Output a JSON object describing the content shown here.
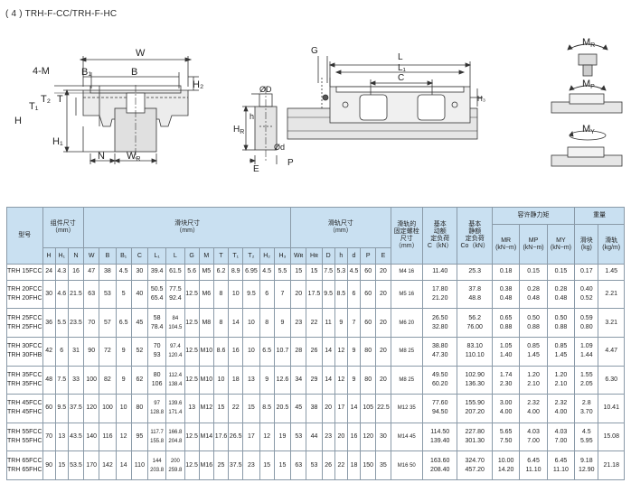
{
  "caption": "( 4 ) TRH-F-CC/TRH-F-HC",
  "drawing": {
    "front": {
      "W": "W",
      "B": "B",
      "B1": "B₁",
      "M": "4-M",
      "T": "T",
      "T1": "T₁",
      "T2": "T₂",
      "H": "H",
      "H1": "H₁",
      "H2": "H₂",
      "N": "N",
      "WR": "W",
      "WRsub": "R"
    },
    "rail": {
      "D": "ØD",
      "h": "h",
      "d": "Ød",
      "HR": "H",
      "HRsub": "R",
      "E": "E",
      "P": "P"
    },
    "side": {
      "G": "G",
      "L": "L",
      "L1": "L₁",
      "C": "C",
      "H3": "H₃"
    },
    "moments": {
      "MR": "M",
      "MRsub": "R",
      "MP": "M",
      "MPsub": "P",
      "MY": "M",
      "MYsub": "Y"
    }
  },
  "table": {
    "h_model": "型号",
    "h_assembly": "组件尺寸",
    "h_assembly_unit": "（mm）",
    "h_block": "滑块尺寸",
    "h_block_unit": "（mm）",
    "h_rail": "滑轨尺寸",
    "h_rail_unit": "（mm）",
    "h_bolt_l1": "滑轨的",
    "h_bolt_l2": "固定螺栓",
    "h_bolt_l3": "尺寸",
    "h_bolt_l4": "（mm）",
    "h_dyn_l1": "基本",
    "h_dyn_l2": "动额",
    "h_dyn_l3": "定负荷",
    "h_dyn_l4": "C（kN）",
    "h_sta_l1": "基本",
    "h_sta_l2": "静额",
    "h_sta_l3": "定负荷",
    "h_sta_l4": "Co（kN）",
    "h_moment": "容许静力矩",
    "h_weight": "重量",
    "sub_H": "H",
    "sub_H1": "H₁",
    "sub_N": "N",
    "sub_W": "W",
    "sub_B": "B",
    "sub_B1": "B₁",
    "sub_C": "C",
    "sub_L1": "L₁",
    "sub_L": "L",
    "sub_G": "G",
    "sub_M": "M",
    "sub_T": "T",
    "sub_T1": "T₁",
    "sub_T2": "T₂",
    "sub_H2": "H₂",
    "sub_H3": "H₃",
    "sub_WR": "Wʀ",
    "sub_HR": "Hʀ",
    "sub_D": "D",
    "sub_h": "h",
    "sub_d": "d",
    "sub_P": "P",
    "sub_E": "E",
    "sub_MR_l1": "MR",
    "sub_MR_l2": "(kN−m)",
    "sub_MP_l1": "MP",
    "sub_MP_l2": "(kN−m)",
    "sub_MY_l1": "MY",
    "sub_MY_l2": "(kN−m)",
    "sub_wblock_l1": "滑块",
    "sub_wblock_l2": "(kg)",
    "sub_wrail_l1": "滑轨",
    "sub_wrail_l2": "(kg/m)",
    "groups": [
      {
        "models": [
          "TRH 15FCC"
        ],
        "H": "24",
        "H1": "4.3",
        "N": "16",
        "W": "47",
        "B": "38",
        "B1": "4.5",
        "C": "30",
        "L1": [
          "39.4"
        ],
        "L": [
          "61.5"
        ],
        "G": "5.6",
        "M": "M5",
        "T": "6.2",
        "T1": "8.9",
        "T2": "6.95",
        "H2": "4.5",
        "H3": "5.5",
        "WR": "15",
        "HR": "15",
        "D": "7.5",
        "h": "5.3",
        "d": "4.5",
        "P": "60",
        "E": "20",
        "bolt": "M4 16",
        "C_dyn": [
          "11.40"
        ],
        "C_sta": [
          "25.3"
        ],
        "MR": [
          "0.18"
        ],
        "MP": [
          "0.15"
        ],
        "MY": [
          "0.15"
        ],
        "wb": [
          "0.17"
        ],
        "wr": "1.45"
      },
      {
        "models": [
          "TRH 20FCC",
          "TRH 20FHC"
        ],
        "H": "30",
        "H1": "4.6",
        "N": "21.5",
        "W": "63",
        "B": "53",
        "B1": "5",
        "C": "40",
        "L1": [
          "50.5",
          "65.4"
        ],
        "L": [
          "77.5",
          "92.4"
        ],
        "G": "12.5",
        "M": "M6",
        "T": "8",
        "T1": "10",
        "T2": "9.5",
        "H2": "6",
        "H3": "7",
        "WR": "20",
        "HR": "17.5",
        "D": "9.5",
        "h": "8.5",
        "d": "6",
        "P": "60",
        "E": "20",
        "bolt": "M5 16",
        "C_dyn": [
          "17.80",
          "21.20"
        ],
        "C_sta": [
          "37.8",
          "48.8"
        ],
        "MR": [
          "0.38",
          "0.48"
        ],
        "MP": [
          "0.28",
          "0.48"
        ],
        "MY": [
          "0.28",
          "0.48"
        ],
        "wb": [
          "0.40",
          "0.52"
        ],
        "wr": "2.21"
      },
      {
        "models": [
          "TRH 25FCC",
          "TRH 25FHC"
        ],
        "H": "36",
        "H1": "5.5",
        "N": "23.5",
        "W": "70",
        "B": "57",
        "B1": "6.5",
        "C": "45",
        "L1": [
          "58",
          "78.4"
        ],
        "L": [
          "84",
          "104.5"
        ],
        "G": "12.5",
        "M": "M8",
        "T": "8",
        "T1": "14",
        "T2": "10",
        "H2": "8",
        "H3": "9",
        "WR": "23",
        "HR": "22",
        "D": "11",
        "h": "9",
        "d": "7",
        "P": "60",
        "E": "20",
        "bolt": "M6 20",
        "C_dyn": [
          "26.50",
          "32.80"
        ],
        "C_sta": [
          "56.2",
          "76.00"
        ],
        "MR": [
          "0.65",
          "0.88"
        ],
        "MP": [
          "0.50",
          "0.88"
        ],
        "MY": [
          "0.50",
          "0.88"
        ],
        "wb": [
          "0.59",
          "0.80"
        ],
        "wr": "3.21"
      },
      {
        "models": [
          "TRH 30FCC",
          "TRH 30FHB"
        ],
        "H": "42",
        "H1": "6",
        "N": "31",
        "W": "90",
        "B": "72",
        "B1": "9",
        "C": "52",
        "L1": [
          "70",
          "93"
        ],
        "L": [
          "97.4",
          "120.4"
        ],
        "G": "12.5",
        "M": "M10",
        "T": "8.6",
        "T1": "16",
        "T2": "10",
        "H2": "6.5",
        "H3": "10.7",
        "WR": "28",
        "HR": "26",
        "D": "14",
        "h": "12",
        "d": "9",
        "P": "80",
        "E": "20",
        "bolt": "M8 25",
        "C_dyn": [
          "38.80",
          "47.30"
        ],
        "C_sta": [
          "83.10",
          "110.10"
        ],
        "MR": [
          "1.05",
          "1.40"
        ],
        "MP": [
          "0.85",
          "1.45"
        ],
        "MY": [
          "0.85",
          "1.45"
        ],
        "wb": [
          "1.09",
          "1.44"
        ],
        "wr": "4.47"
      },
      {
        "models": [
          "TRH 35FCC",
          "TRH 35FHC"
        ],
        "H": "48",
        "H1": "7.5",
        "N": "33",
        "W": "100",
        "B": "82",
        "B1": "9",
        "C": "62",
        "L1": [
          "80",
          "106"
        ],
        "L": [
          "112.4",
          "138.4"
        ],
        "G": "12.5",
        "M": "M10",
        "T": "10",
        "T1": "18",
        "T2": "13",
        "H2": "9",
        "H3": "12.6",
        "WR": "34",
        "HR": "29",
        "D": "14",
        "h": "12",
        "d": "9",
        "P": "80",
        "E": "20",
        "bolt": "M8 25",
        "C_dyn": [
          "49.50",
          "60.20"
        ],
        "C_sta": [
          "102.90",
          "136.30"
        ],
        "MR": [
          "1.74",
          "2.30"
        ],
        "MP": [
          "1.20",
          "2.10"
        ],
        "MY": [
          "1.20",
          "2.10"
        ],
        "wb": [
          "1.55",
          "2.05"
        ],
        "wr": "6.30"
      },
      {
        "models": [
          "TRH 45FCC",
          "TRH 45FHC"
        ],
        "H": "60",
        "H1": "9.5",
        "N": "37.5",
        "W": "120",
        "B": "100",
        "B1": "10",
        "C": "80",
        "L1": [
          "97",
          "128.8"
        ],
        "L": [
          "139.6",
          "171.4"
        ],
        "G": "13",
        "M": "M12",
        "T": "15",
        "T1": "22",
        "T2": "15",
        "H2": "8.5",
        "H3": "20.5",
        "WR": "45",
        "HR": "38",
        "D": "20",
        "h": "17",
        "d": "14",
        "P": "105",
        "E": "22.5",
        "bolt": "M12 35",
        "C_dyn": [
          "77.60",
          "94.50"
        ],
        "C_sta": [
          "155.90",
          "207.20"
        ],
        "MR": [
          "3.00",
          "4.00"
        ],
        "MP": [
          "2.32",
          "4.00"
        ],
        "MY": [
          "2.32",
          "4.00"
        ],
        "wb": [
          "2.8",
          "3.70"
        ],
        "wr": "10.41"
      },
      {
        "models": [
          "TRH 55FCC",
          "TRH 55FHC"
        ],
        "H": "70",
        "H1": "13",
        "N": "43.5",
        "W": "140",
        "B": "116",
        "B1": "12",
        "C": "95",
        "L1": [
          "117.7",
          "155.8"
        ],
        "L": [
          "166.8",
          "204.8"
        ],
        "G": "12.5",
        "M": "M14",
        "T": "17.6",
        "T1": "26.5",
        "T2": "17",
        "H2": "12",
        "H3": "19",
        "WR": "53",
        "HR": "44",
        "D": "23",
        "h": "20",
        "d": "16",
        "P": "120",
        "E": "30",
        "bolt": "M14 45",
        "C_dyn": [
          "114.50",
          "139.40"
        ],
        "C_sta": [
          "227.80",
          "301.30"
        ],
        "MR": [
          "5.65",
          "7.50"
        ],
        "MP": [
          "4.03",
          "7.00"
        ],
        "MY": [
          "4.03",
          "7.00"
        ],
        "wb": [
          "4.5",
          "5.95"
        ],
        "wr": "15.08"
      },
      {
        "models": [
          "TRH 65FCC",
          "TRH 65FHC"
        ],
        "H": "90",
        "H1": "15",
        "N": "53.5",
        "W": "170",
        "B": "142",
        "B1": "14",
        "C": "110",
        "L1": [
          "144",
          "203.8"
        ],
        "L": [
          "200",
          "259.8"
        ],
        "G": "12.5",
        "M": "M16",
        "T": "25",
        "T1": "37.5",
        "T2": "23",
        "H2": "15",
        "H3": "15",
        "WR": "63",
        "HR": "53",
        "D": "26",
        "h": "22",
        "d": "18",
        "P": "150",
        "E": "35",
        "bolt": "M16 50",
        "C_dyn": [
          "163.60",
          "208.40"
        ],
        "C_sta": [
          "324.70",
          "457.20"
        ],
        "MR": [
          "10.00",
          "14.20"
        ],
        "MP": [
          "6.45",
          "11.10"
        ],
        "MY": [
          "6.45",
          "11.10"
        ],
        "wb": [
          "9.18",
          "12.90"
        ],
        "wr": "21.18"
      }
    ]
  }
}
